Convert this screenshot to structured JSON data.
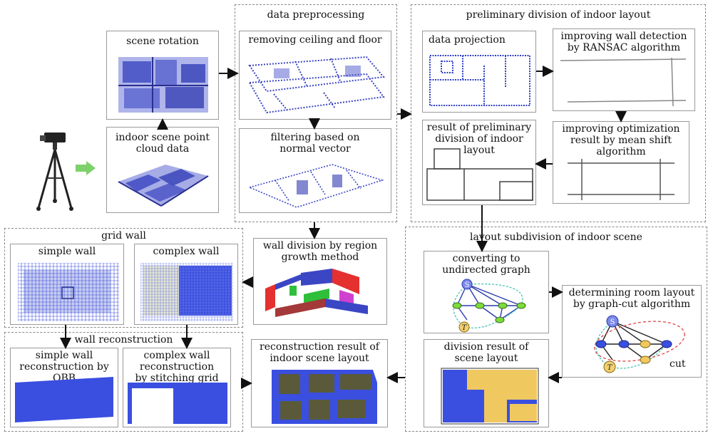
{
  "sections": {
    "data_preprocessing": "data preprocessing",
    "preliminary_division": "preliminary division of indoor layout",
    "grid_wall": "grid wall",
    "wall_reconstruction": "wall reconstruction",
    "layout_subdivision": "layout subdivision of indoor scene"
  },
  "boxes": {
    "scene_rotation": "scene rotation",
    "indoor_scene_l1": "indoor scene point",
    "indoor_scene_l2": "cloud data",
    "removing_ceiling": "removing ceiling and floor",
    "filtering_l1": "filtering based on",
    "filtering_l2": "normal vector",
    "data_projection": "data projection",
    "ransac_l1": "improving wall detection",
    "ransac_l2": "by RANSAC algorithm",
    "meanshift_l1": "improving optimization",
    "meanshift_l2": "result by mean shift",
    "meanshift_l3": "algorithm",
    "prelim_result_l1": "result  of preliminary",
    "prelim_result_l2": "division of indoor layout",
    "region_growth_l1": "wall division by region",
    "region_growth_l2": "growth method",
    "simple_wall": "simple wall",
    "complex_wall": "complex wall",
    "obb_l1": "simple wall",
    "obb_l2": "reconstruction by OBB",
    "stitch_l1": "complex wall",
    "stitch_l2": "reconstruction",
    "stitch_l3": "by stitching grid",
    "recon_result_l1": "reconstruction result of",
    "recon_result_l2": "indoor scene layout",
    "converting_l1": "converting to",
    "converting_l2": "undirected graph",
    "graphcut_l1": "determining room layout",
    "graphcut_l2": "by graph-cut algorithm",
    "division_l1": "division result of",
    "division_l2": "scene layout",
    "cut_label": "cut",
    "node_s": "S",
    "node_t": "T"
  },
  "colors": {
    "point_blue": "#2f3fc4",
    "wall_blue": "#3a4fe0",
    "room_yellow": "#f0c860",
    "arrow_green": "#7ed06a",
    "node_green": "#7ddc3a",
    "edge_teal": "#55c8b8",
    "cut_red": "#e05050"
  }
}
